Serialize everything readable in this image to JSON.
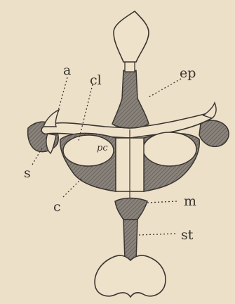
{
  "figure": {
    "labels": {
      "a": "a",
      "cl": "cl",
      "ep": "ep",
      "pc": "pc",
      "s": "s",
      "c": "c",
      "m": "m",
      "st": "st"
    },
    "colors": {
      "background": "#ede0c8",
      "ink": "#3a3530",
      "shading": "#7d7670",
      "bone": "#efe2ca"
    }
  }
}
